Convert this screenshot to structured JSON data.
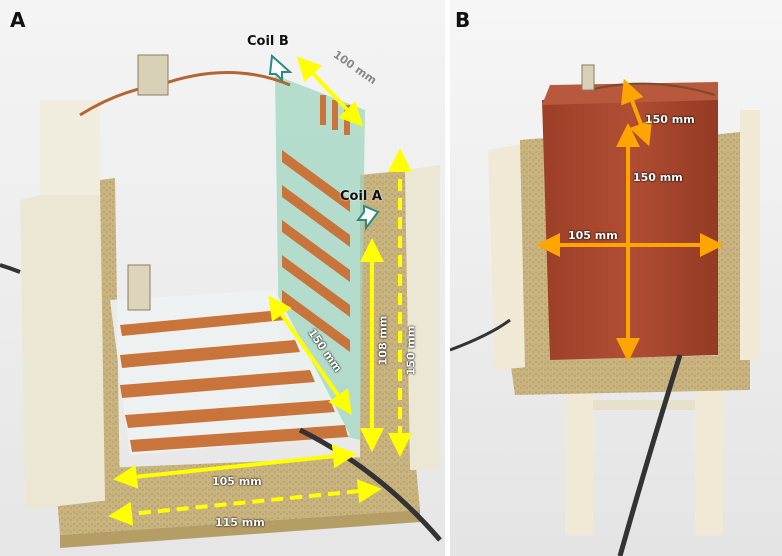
{
  "panel_a": {
    "letter": "A",
    "coil_b_label": "Coil B",
    "coil_a_label": "Coil A",
    "dim_100": "100 mm",
    "dim_150_diag": "150 mm",
    "dim_108": "108 mm",
    "dim_150_vert": "150 mm",
    "dim_105": "105 mm",
    "dim_115": "115 mm"
  },
  "panel_b": {
    "letter": "B",
    "dim_150_top": "150 mm",
    "dim_150_mid": "150 mm",
    "dim_105": "105 mm"
  },
  "colors": {
    "yellow_arrow": "#ffff00",
    "orange_arrow": "#ffa500",
    "phantom": "#a8472e",
    "copper": "#c8743a",
    "wood": "#cdb88a"
  }
}
